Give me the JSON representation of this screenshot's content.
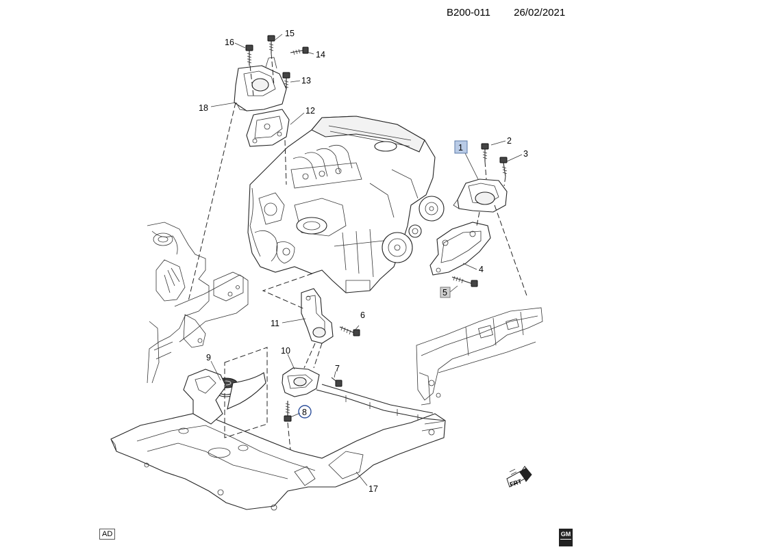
{
  "header": {
    "diagram_code": "B200-011",
    "date": "26/02/2021"
  },
  "callouts": {
    "c1": "1",
    "c2": "2",
    "c3": "3",
    "c4": "4",
    "c5": "5",
    "c6": "6",
    "c7": "7",
    "c8": "8",
    "c9": "9",
    "c10": "10",
    "c11": "11",
    "c12": "12",
    "c13": "13",
    "c14": "14",
    "c15": "15",
    "c16": "16",
    "c17": "17",
    "c18": "18"
  },
  "footer": {
    "ad_label": "AD",
    "logo_text": "GM",
    "front_indicator": "FRT"
  },
  "colors": {
    "highlight_box": "#b9cbe6",
    "reference_box": "#d0d0d0",
    "circle_mark": "#2c4f9a"
  }
}
